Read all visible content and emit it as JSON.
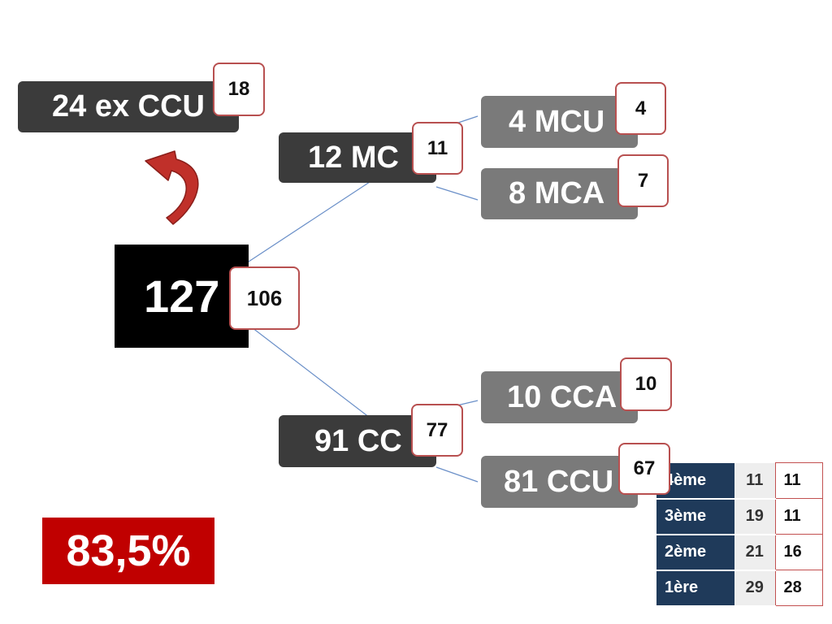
{
  "nodes": {
    "ex_ccu": {
      "label": "24 ex CCU",
      "badge": "18"
    },
    "root": {
      "label": "127",
      "badge": "106"
    },
    "mc": {
      "label": "12 MC",
      "badge": "11"
    },
    "mcu": {
      "label": "4 MCU",
      "badge": "4"
    },
    "mca": {
      "label": "8 MCA",
      "badge": "7"
    },
    "cc": {
      "label": "91 CC",
      "badge": "77"
    },
    "cca": {
      "label": "10 CCA",
      "badge": "10"
    },
    "ccu": {
      "label": "81 CCU",
      "badge": "67"
    }
  },
  "percentage": "83,5%",
  "years_table": [
    {
      "label": "4ème",
      "a": "11",
      "b": "11"
    },
    {
      "label": "3ème",
      "a": "19",
      "b": "11"
    },
    {
      "label": "2ème",
      "a": "21",
      "b": "16"
    },
    {
      "label": "1ère",
      "a": "29",
      "b": "28"
    }
  ],
  "colors": {
    "dark_node": "#3b3b3b",
    "mid_node": "#7a7a7a",
    "root_node": "#000000",
    "badge_border": "#b85050",
    "percentage_bg": "#c00000",
    "table_label_bg": "#1f3a5a",
    "connector": "#6a8fc8",
    "arrow": "#c0302a"
  },
  "icons": {
    "return_arrow": "curved-arrow-icon"
  }
}
